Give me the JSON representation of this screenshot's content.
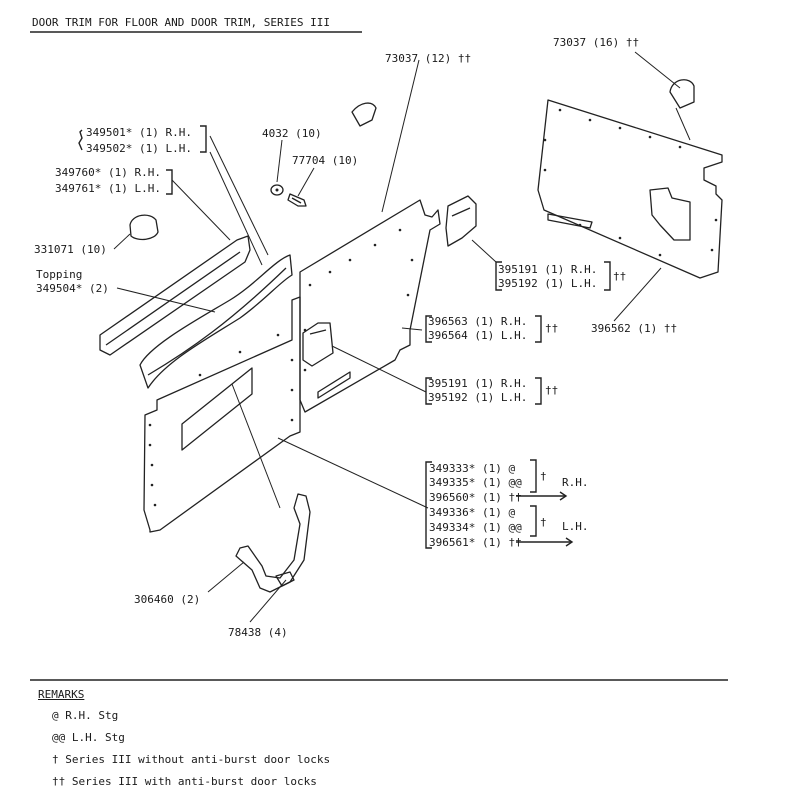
{
  "title": "DOOR TRIM FOR FLOOR AND DOOR TRIM, SERIES III",
  "labels": {
    "p73037_12": "73037 (12) ††",
    "p73037_16": "73037 (16) ††",
    "p349501": "349501* (1) R.H.",
    "p349502": "349502* (1) L.H.",
    "p4032": "4032 (10)",
    "p77704": "77704 (10)",
    "p349760": "349760* (1) R.H.",
    "p349761": "349761* (1) L.H.",
    "p331071": "331071 (10)",
    "topping_word": "Topping",
    "p349504": "349504* (2)",
    "p395191_a": "395191 (1) R.H.",
    "p395192_a": "395192 (1) L.H.",
    "p395191_a_mark": "††",
    "p396562": "396562 (1) ††",
    "p396563": "396563 (1) R.H.",
    "p396564": "396564 (1) L.H.",
    "p396563_mark": "††",
    "p395191_b": "395191 (1) R.H.",
    "p395192_b": "395192 (1) L.H.",
    "p395191_b_mark": "††",
    "p349333": "349333* (1) @",
    "p349335": "349335* (1) @@",
    "p396560": "396560* (1) ††",
    "p349336": "349336* (1) @",
    "p349334": "349334* (1) @@",
    "p396561": "396561* (1) ††",
    "dagger_rh": "†",
    "dagger_lh": "†",
    "rh_word": "R.H.",
    "lh_word": "L.H.",
    "p306460": "306460 (2)",
    "p78438": "78438 (4)"
  },
  "remarks": {
    "heading": "REMARKS",
    "items": [
      "@ R.H. Stg",
      "@@ L.H. Stg",
      "† Series III without anti-burst door locks",
      "†† Series III with anti-burst door locks"
    ]
  }
}
